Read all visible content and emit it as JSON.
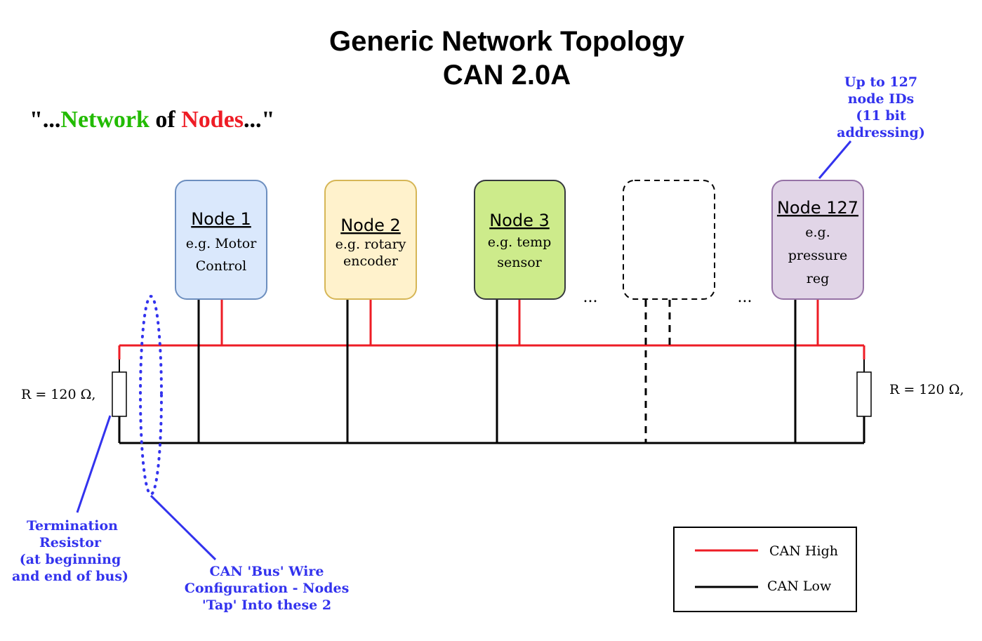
{
  "title": {
    "line1": "Generic Network Topology",
    "line2": "CAN 2.0A"
  },
  "tagline": {
    "q1": "\"...",
    "network": "Network",
    "of": " of ",
    "nodes": "Nodes",
    "q2": "...\""
  },
  "nodes": [
    {
      "title": "Node 1",
      "desc": [
        "e.g. Motor",
        "Control"
      ],
      "fill": "#dae8fc",
      "stroke": "#6c8ebf"
    },
    {
      "title": "Node 2",
      "desc": [
        "e.g. rotary",
        "encoder"
      ],
      "fill": "#fff2cc",
      "stroke": "#d6b656"
    },
    {
      "title": "Node 3",
      "desc": [
        "e.g. temp",
        "sensor"
      ],
      "fill": "#cdeb8b",
      "stroke": "#36393d"
    },
    {
      "title": "",
      "desc": [],
      "fill": "#ffffff",
      "stroke": "#000000"
    },
    {
      "title": "Node 127",
      "desc": [
        "e.g.",
        "pressure",
        "reg"
      ],
      "fill": "#e1d5e7",
      "stroke": "#9673a6"
    }
  ],
  "ellipsis": [
    "...",
    "..."
  ],
  "resistors": {
    "left_label": "R = 120 Ω,",
    "right_label": "R = 120 Ω,"
  },
  "notes": {
    "node_ids": [
      "Up to 127",
      "node IDs",
      "(11 bit",
      "addressing)"
    ],
    "termination": [
      "Termination",
      "Resistor",
      "(at beginning",
      "and end of bus)"
    ],
    "bus_wire": [
      "CAN 'Bus' Wire",
      "Configuration - Nodes",
      "'Tap' Into these 2"
    ]
  },
  "legend": {
    "high": "CAN High",
    "low": "CAN Low"
  },
  "colors": {
    "can_high": "#ee1c25",
    "can_low": "#000000",
    "annotation": "#3333ee",
    "network_word": "#22bb00",
    "nodes_word": "#ee1c25"
  }
}
